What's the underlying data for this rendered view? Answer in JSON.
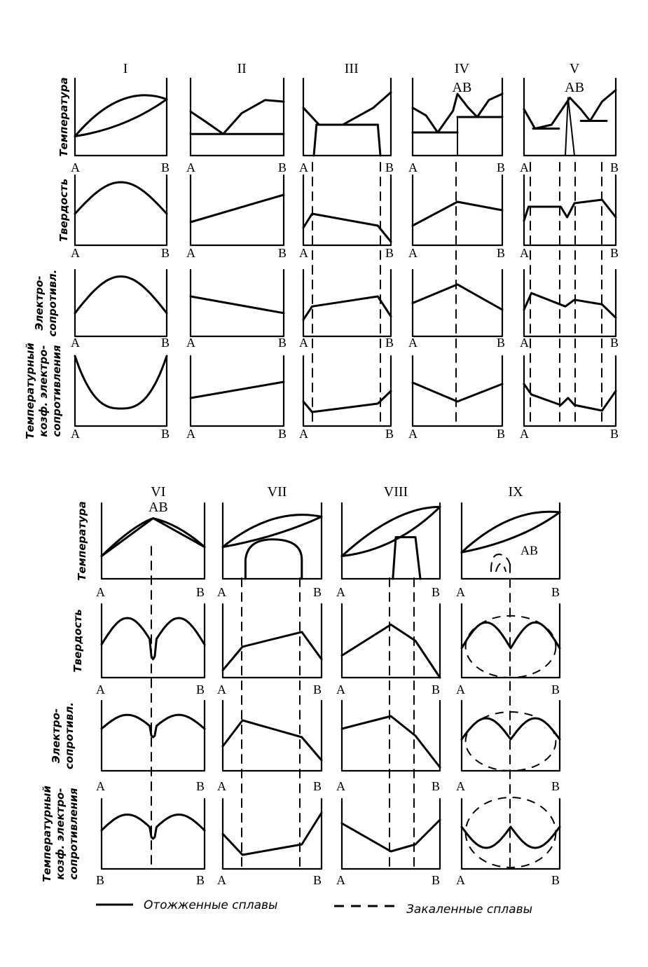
{
  "top_block": {
    "columns": [
      {
        "title": "I",
        "subtitle": ""
      },
      {
        "title": "II",
        "subtitle": ""
      },
      {
        "title": "III",
        "subtitle": ""
      },
      {
        "title": "IV",
        "subtitle": "AB"
      },
      {
        "title": "V",
        "subtitle": "AB"
      }
    ],
    "row_labels": [
      [
        "Температура"
      ],
      [
        "Твердость"
      ],
      [
        "Электро-",
        "сопротивл."
      ],
      [
        "Температурный",
        "козф. электро-",
        "сопротивления"
      ]
    ],
    "end_labels": [
      "A",
      "B"
    ]
  },
  "bottom_block": {
    "columns": [
      {
        "title": "VI",
        "subtitle": "AB"
      },
      {
        "title": "VII",
        "subtitle": ""
      },
      {
        "title": "VIII",
        "subtitle": ""
      },
      {
        "title": "IX",
        "subtitle": ""
      }
    ],
    "inset_label": "AB",
    "row_labels": [
      [
        "Температура"
      ],
      [
        "Твердость"
      ],
      [
        "Электро-",
        "сопротивл."
      ],
      [
        "Температурный",
        "козф. электро-",
        "сопротивления"
      ]
    ],
    "end_labels": [
      "A",
      "B"
    ],
    "last_row_vi_labels": [
      "B",
      "B"
    ]
  },
  "legend": {
    "solid_label": "Отожженные сплавы",
    "dashed_label": "Закаленные сплавы"
  }
}
